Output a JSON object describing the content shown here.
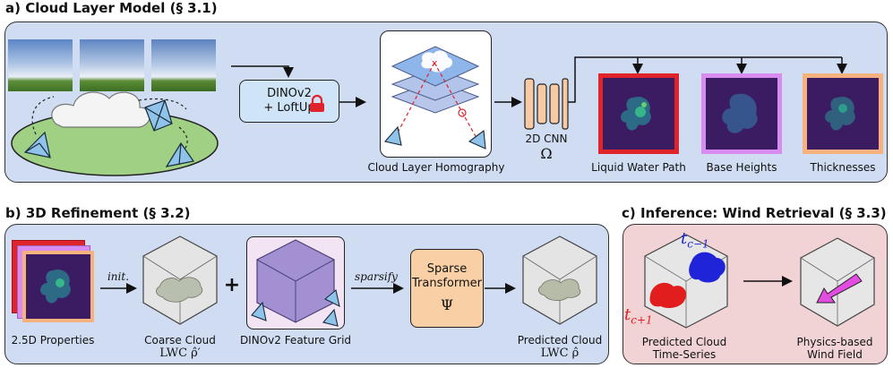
{
  "panels": {
    "a": {
      "title": "a) Cloud Layer Model (§ 3.1)"
    },
    "b": {
      "title": "b) 3D Refinement (§ 3.2)"
    },
    "c": {
      "title": "c) Inference: Wind Retrieval (§ 3.3)"
    }
  },
  "panel_a": {
    "encoder_line1": "DINOv2",
    "encoder_line2": "+ LoftUp",
    "homography_label": "Cloud Layer Homography",
    "cnn_label": "2D CNN",
    "cnn_symbol": "Ω",
    "outputs": [
      {
        "label": "Liquid Water Path",
        "frame_color": "#e0242c"
      },
      {
        "label": "Base Heights",
        "frame_color": "#d98cf0"
      },
      {
        "label": "Thicknesses",
        "frame_color": "#f5b27e"
      }
    ]
  },
  "panel_b": {
    "stack_label": "2.5D Properties",
    "init_label": "init.",
    "coarse_label": "Coarse Cloud",
    "coarse_sub": "LWC ρ̂′",
    "plus": "+",
    "feature_grid_label": "DINOv2 Feature Grid",
    "sparsify_label": "sparsify",
    "transformer_line1": "Sparse",
    "transformer_line2": "Transformer",
    "transformer_symbol": "Ψ",
    "predicted_label": "Predicted Cloud",
    "predicted_sub": "LWC ρ̂"
  },
  "panel_c": {
    "t_prev": "t",
    "t_prev_sub": "c−1",
    "t_next": "t",
    "t_next_sub": "c+1",
    "series_line1": "Predicted Cloud",
    "series_line2": "Time-Series",
    "wind_line1": "Physics-based",
    "wind_line2": "Wind Field"
  },
  "colors": {
    "panel_ab_bg": "#cfdcf2",
    "panel_c_bg": "#f2d3d5",
    "encoder_bg": "#cfe4f6",
    "cnn_bg": "#f7c9a4",
    "transformer_bg": "#f9cfa5",
    "map_bg": "#3b1c63",
    "ground": "#9fd083",
    "lock": "#e0242c"
  }
}
